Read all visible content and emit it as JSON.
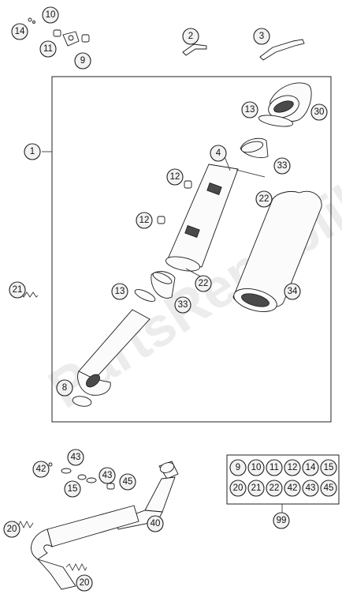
{
  "watermark": "PartsRepublik",
  "callouts": [
    {
      "id": "c14a",
      "label": "14"
    },
    {
      "id": "c10",
      "label": "10"
    },
    {
      "id": "c11",
      "label": "11"
    },
    {
      "id": "c9",
      "label": "9"
    },
    {
      "id": "c2",
      "label": "2"
    },
    {
      "id": "c3",
      "label": "3"
    },
    {
      "id": "c1",
      "label": "1"
    },
    {
      "id": "c13a",
      "label": "13"
    },
    {
      "id": "c30",
      "label": "30"
    },
    {
      "id": "c4",
      "label": "4"
    },
    {
      "id": "c33a",
      "label": "33"
    },
    {
      "id": "c12a",
      "label": "12"
    },
    {
      "id": "c22a",
      "label": "22"
    },
    {
      "id": "c12b",
      "label": "12"
    },
    {
      "id": "c22b",
      "label": "22"
    },
    {
      "id": "c21",
      "label": "21"
    },
    {
      "id": "c13b",
      "label": "13"
    },
    {
      "id": "c34",
      "label": "34"
    },
    {
      "id": "c33b",
      "label": "33"
    },
    {
      "id": "c8",
      "label": "8"
    },
    {
      "id": "c43a",
      "label": "43"
    },
    {
      "id": "c42",
      "label": "42"
    },
    {
      "id": "c43b",
      "label": "43"
    },
    {
      "id": "c15",
      "label": "15"
    },
    {
      "id": "c45",
      "label": "45"
    },
    {
      "id": "c40",
      "label": "40"
    },
    {
      "id": "c20a",
      "label": "20"
    },
    {
      "id": "c20b",
      "label": "20"
    },
    {
      "id": "c99",
      "label": "99"
    }
  ],
  "kit": {
    "row1": [
      "9",
      "10",
      "11",
      "12",
      "14",
      "15"
    ],
    "row2": [
      "20",
      "21",
      "22",
      "42",
      "43",
      "45"
    ]
  }
}
